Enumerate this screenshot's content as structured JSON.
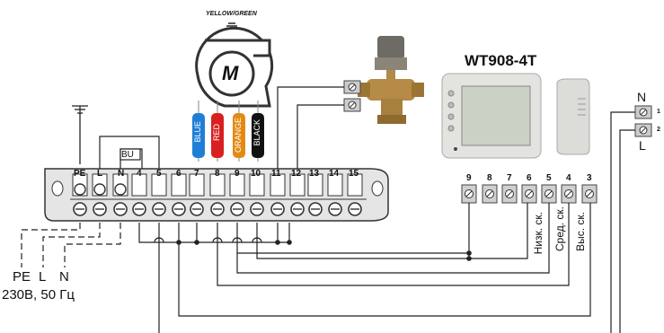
{
  "motor": {
    "label": "M",
    "ground_label": "YELLOW/GREEN"
  },
  "wires": [
    {
      "name": "BLUE",
      "color": "#1f7fd6"
    },
    {
      "name": "RED",
      "color": "#d82020"
    },
    {
      "name": "ORANGE",
      "color": "#e48a14"
    },
    {
      "name": "BLACK",
      "color": "#111111"
    }
  ],
  "thermostat": {
    "model": "WT908-4T"
  },
  "terminal_block": {
    "labels": [
      "PE",
      "L",
      "N",
      "4",
      "5",
      "6",
      "7",
      "8",
      "9",
      "10",
      "11",
      "12",
      "13",
      "14",
      "15"
    ],
    "bridge_label": "BU"
  },
  "thermostat_terminals": [
    "9",
    "8",
    "7",
    "6",
    "5",
    "4",
    "3"
  ],
  "speeds": {
    "low": "Низк. ск.",
    "mid": "Сред. ск.",
    "high": "Выс. ск."
  },
  "supply": {
    "pe": "PE",
    "l": "L",
    "n": "N",
    "rating": "230В, 50 Гц"
  },
  "line_input": {
    "n": "N",
    "l": "L",
    "pin1": "1",
    "pin2": "2"
  }
}
